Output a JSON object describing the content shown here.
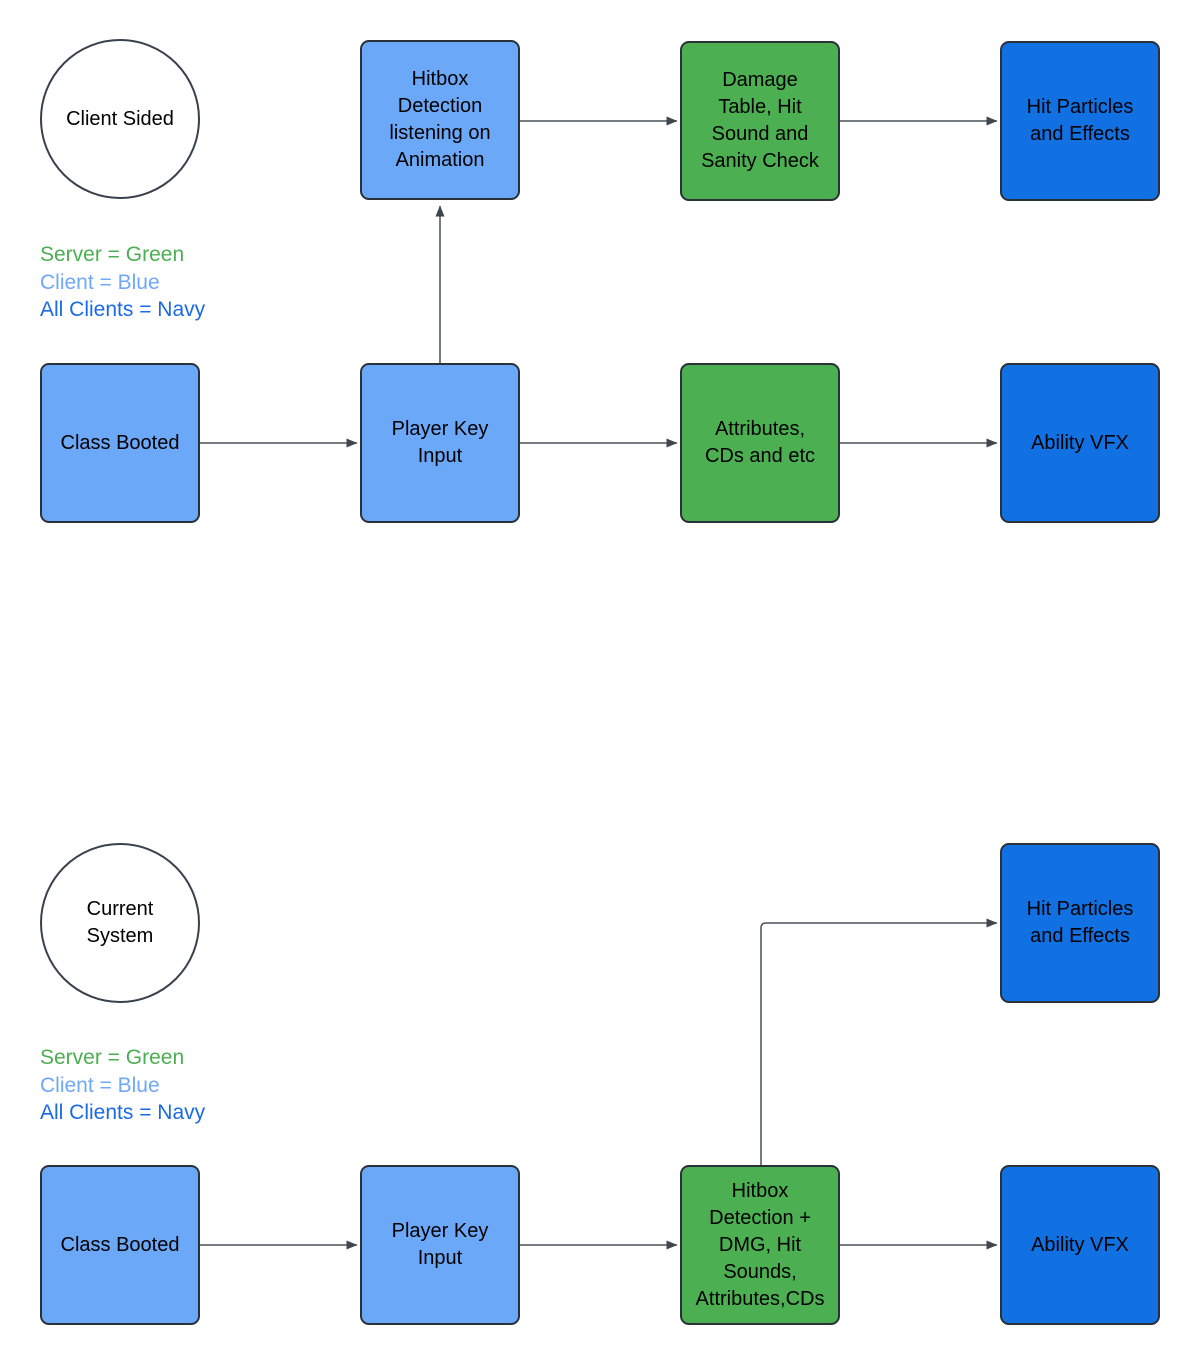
{
  "diagram": {
    "background": "#ffffff",
    "colors": {
      "client_fill": "#6CA8F8",
      "server_fill": "#4CB052",
      "all_clients_fill": "#1171E3",
      "shape_border": "#2B3138",
      "circle_border": "#39414D",
      "connector": "#4A5158",
      "arrowhead": "#3F4650",
      "text": "#000000",
      "legend_server_text": "#4CAE52",
      "legend_client_text": "#6FA8F9",
      "legend_all_clients_text": "#1B6AE5"
    },
    "sections": [
      {
        "circle_label": "Client Sided",
        "legend": [
          {
            "label": "Server = Green",
            "color": "#4CAE52"
          },
          {
            "label": "Client = Blue",
            "color": "#6FA8F9"
          },
          {
            "label": "All Clients = Navy",
            "color": "#1B6AE5"
          }
        ],
        "nodes": [
          {
            "id": "hitbox-detection-listening",
            "label": "Hitbox Detection listening on Animation",
            "role": "client"
          },
          {
            "id": "damage-table",
            "label": "Damage Table, Hit Sound and Sanity Check",
            "role": "server"
          },
          {
            "id": "hit-particles",
            "label": "Hit Particles and Effects",
            "role": "all_clients"
          },
          {
            "id": "class-booted",
            "label": "Class Booted",
            "role": "client"
          },
          {
            "id": "player-key-input",
            "label": "Player Key Input",
            "role": "client"
          },
          {
            "id": "attributes-cds",
            "label": "Attributes, CDs and etc",
            "role": "server"
          },
          {
            "id": "ability-vfx",
            "label": "Ability VFX",
            "role": "all_clients"
          }
        ],
        "edges": [
          {
            "from": "class-booted",
            "to": "player-key-input"
          },
          {
            "from": "player-key-input",
            "to": "hitbox-detection-listening"
          },
          {
            "from": "player-key-input",
            "to": "attributes-cds"
          },
          {
            "from": "hitbox-detection-listening",
            "to": "damage-table"
          },
          {
            "from": "damage-table",
            "to": "hit-particles"
          },
          {
            "from": "attributes-cds",
            "to": "ability-vfx"
          }
        ]
      },
      {
        "circle_label": "Current System",
        "legend": [
          {
            "label": "Server = Green",
            "color": "#4CAE52"
          },
          {
            "label": "Client = Blue",
            "color": "#6FA8F9"
          },
          {
            "label": "All Clients = Navy",
            "color": "#1B6AE5"
          }
        ],
        "nodes": [
          {
            "id": "hit-particles",
            "label": "Hit Particles and Effects",
            "role": "all_clients"
          },
          {
            "id": "class-booted",
            "label": "Class Booted",
            "role": "client"
          },
          {
            "id": "player-key-input",
            "label": "Player Key Input",
            "role": "client"
          },
          {
            "id": "hitbox-dmg-combined",
            "label": "Hitbox Detection + DMG, Hit Sounds, Attributes,CDs",
            "role": "server"
          },
          {
            "id": "ability-vfx",
            "label": "Ability VFX",
            "role": "all_clients"
          }
        ],
        "edges": [
          {
            "from": "class-booted",
            "to": "player-key-input"
          },
          {
            "from": "player-key-input",
            "to": "hitbox-dmg-combined"
          },
          {
            "from": "hitbox-dmg-combined",
            "to": "hit-particles"
          },
          {
            "from": "hitbox-dmg-combined",
            "to": "ability-vfx"
          }
        ]
      }
    ]
  }
}
